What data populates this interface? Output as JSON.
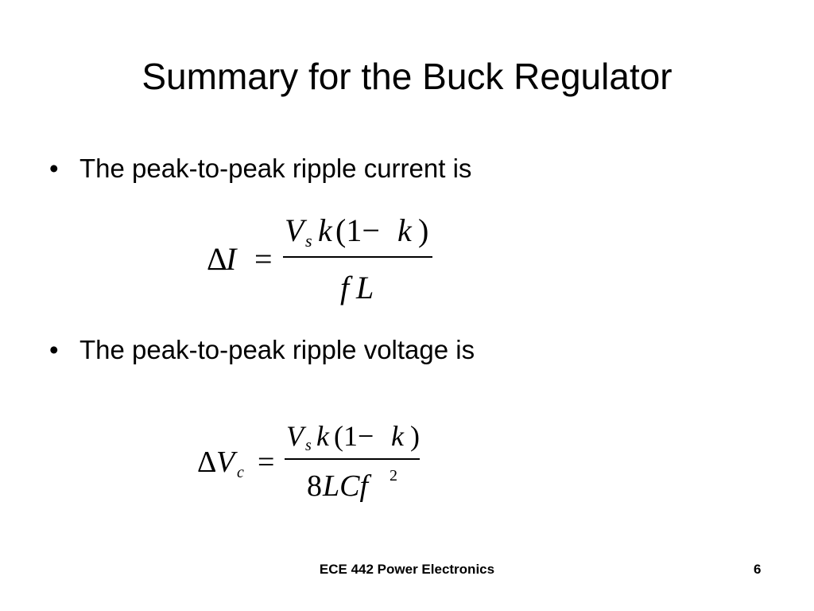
{
  "slide": {
    "title": "Summary for the Buck Regulator",
    "bullets": [
      "The peak-to-peak ripple current is",
      "The peak-to-peak ripple voltage is"
    ],
    "bullet_marker": "•",
    "equation_current": {
      "delta": "Δ",
      "lhs": "I",
      "equals": "=",
      "num_V": "V",
      "num_s": "s",
      "num_k": "k",
      "num_paren": "(1−",
      "num_k2": "k",
      "num_close": ")",
      "den_f": "f",
      "den_L": "L"
    },
    "equation_voltage": {
      "delta": "Δ",
      "lhs": "V",
      "lhs_sub": "c",
      "equals": "=",
      "num_V": "V",
      "num_s": "s",
      "num_k": "k",
      "num_paren": "(1−",
      "num_k2": "k",
      "num_close": ")",
      "den_8": "8",
      "den_LCf": "LCf",
      "den_exp": "2"
    },
    "footer": {
      "course": "ECE 442 Power Electronics",
      "page_number": "6"
    }
  }
}
